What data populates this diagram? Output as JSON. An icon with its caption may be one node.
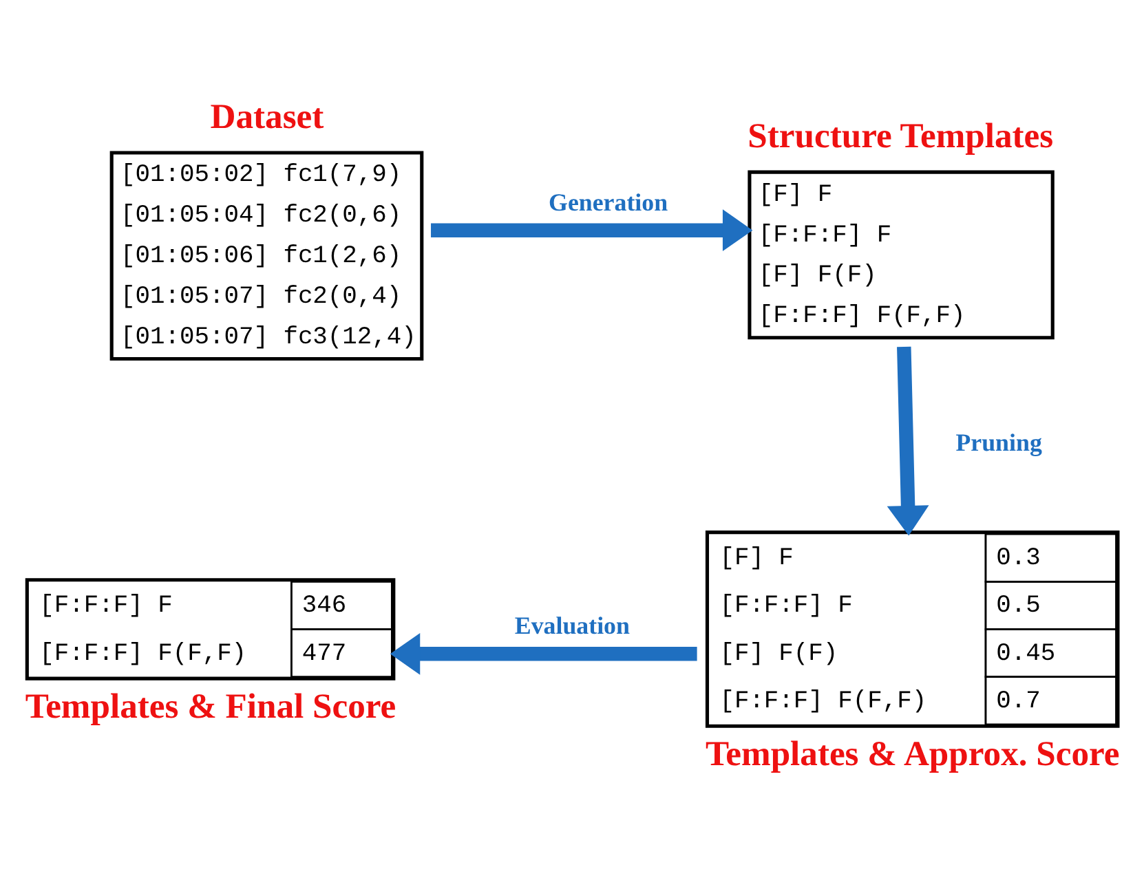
{
  "diagram": {
    "nodes": [
      {
        "text": [
          "Dataset",
          "[01:05:02] fc1(7,9)",
          "[01:05:04] fc2(0,6)",
          "[01:05:06] fc1(2,6)",
          "[01:05:07] fc2(0,4)",
          "[01:05:07] fc3(12,4)"
        ]
      },
      {
        "text": [
          "Structure Templates",
          "[F] F",
          "[F:F:F] F",
          "[F] F(F)",
          "[F:F:F] F(F,F)"
        ]
      },
      {
        "text": [
          "[F] F",
          "0.3",
          "[F:F:F] F",
          "0.5",
          "[F] F(F)",
          "0.45",
          "[F:F:F] F(F,F)",
          "0.7",
          "Templates & Approx. Score"
        ]
      },
      {
        "text": [
          "[F:F:F] F",
          "346",
          "[F:F:F] F(F,F)",
          "477",
          "Templates & Final Score"
        ]
      }
    ],
    "edges": [
      {
        "from": 0,
        "to": 1,
        "arrow": "to",
        "label": "Generation"
      },
      {
        "from": 1,
        "to": 2,
        "arrow": "to",
        "label": "Pruning"
      },
      {
        "from": 2,
        "to": 3,
        "arrow": "to",
        "label": "Evaluation"
      }
    ]
  }
}
